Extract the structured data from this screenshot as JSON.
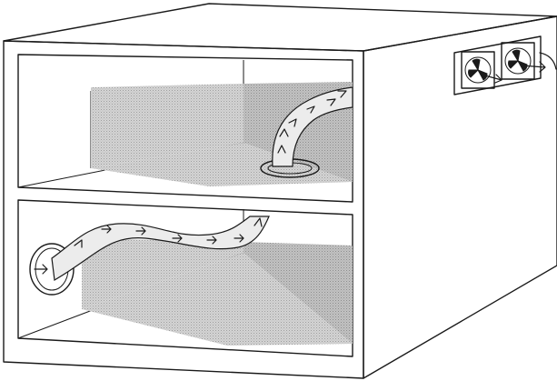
{
  "figure": {
    "subject": "airflow-through-two-level-cabinet",
    "parts": [
      {
        "name": "upper-compartment"
      },
      {
        "name": "lower-compartment"
      },
      {
        "name": "upper-floor-vent"
      },
      {
        "name": "lower-side-inlet"
      },
      {
        "name": "exhaust-fan-left"
      },
      {
        "name": "exhaust-fan-right"
      }
    ],
    "icons": [
      "fan-icon",
      "flow-arrow-icon"
    ],
    "colors": {
      "stroke": "#1a1a1a",
      "background": "#ffffff",
      "block_fill": "#c9c9c9",
      "flow_fill": "#e6e6e6"
    }
  }
}
